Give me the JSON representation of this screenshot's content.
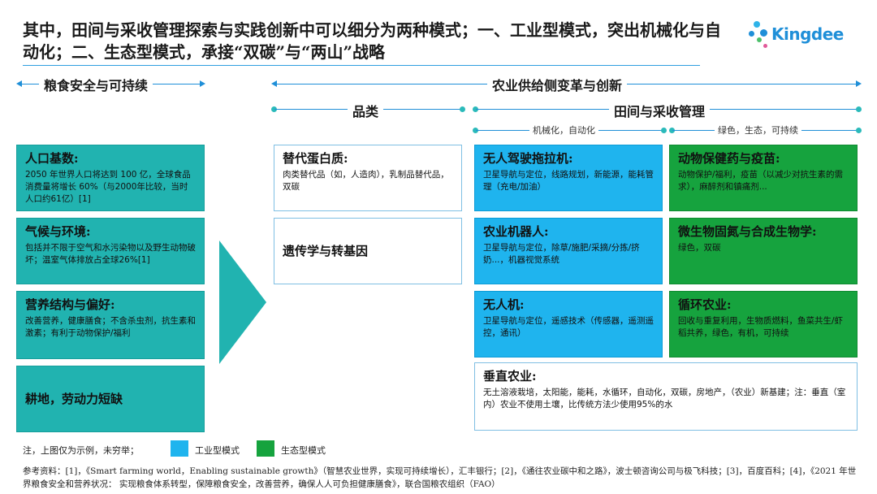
{
  "title": "其中，田间与采收管理探索与实践创新中可以细分为两种模式；一、工业型模式，突出机械化与自动化；二、生态型模式，承接“双碳”与“两山”战略",
  "logo": {
    "text": "Kingdee"
  },
  "colors": {
    "teal": "#21b3b0",
    "blue": "#1fb4ee",
    "green": "#16a33e",
    "accent": "#1f8fd8"
  },
  "headers": {
    "left": "粮食安全与可持续",
    "right": "农业供给侧变革与创新",
    "category": "品类",
    "field": "田间与采收管理",
    "mech": "机械化，自动化",
    "eco": "绿色，生态，可持续"
  },
  "left_boxes": [
    {
      "title": "人口基数:",
      "body": "2050 年世界人口将达到 100 亿，全球食品消费量将增长 60%（与2000年比较，当时人口约61亿）[1]"
    },
    {
      "title": "气候与环境:",
      "body": "包括并不限于空气和水污染物以及野生动物破坏；温室气体排放占全球26%[1]"
    },
    {
      "title": "营养结构与偏好:",
      "body": "改善营养，健康膳食；不含杀虫剂，抗生素和激素；有利于动物保护/福利"
    },
    {
      "title": "耕地，劳动力短缺",
      "body": ""
    }
  ],
  "category_boxes": [
    {
      "title": "替代蛋白质:",
      "body": "肉类替代品（如，人造肉），乳制品替代品，双碳"
    },
    {
      "title": "遗传学与转基因",
      "body": ""
    }
  ],
  "industrial_boxes": [
    {
      "title": "无人驾驶拖拉机:",
      "body": "卫星导航与定位，线路规划，新能源，能耗管理（充电/加油）"
    },
    {
      "title": "农业机器人:",
      "body": "卫星导航与定位，除草/施肥/采摘/分拣/挤奶...，机器视觉系统"
    },
    {
      "title": "无人机:",
      "body": "卫星导航与定位，遥感技术（传感器，遥测遥控，通讯）"
    }
  ],
  "eco_boxes": [
    {
      "title": "动物保健药与疫苗:",
      "body": "动物保护/福利，疫苗（以减少对抗生素的需求），麻醉剂和镇痛剂..."
    },
    {
      "title": "微生物固氮与合成生物学:",
      "body": "绿色，双碳"
    },
    {
      "title": "循环农业:",
      "body": "回收与重复利用，生物质燃料，鱼菜共生/虾稻共养，绿色，有机，可持续"
    }
  ],
  "vertical_box": {
    "title": "垂直农业:",
    "body": "无土溶液栽培，太阳能，能耗，水循环，自动化，双碳，房地产，（农业）新基建；注：垂直（室内）农业不使用土壤，比传统方法少使用95%的水"
  },
  "note": "注，上图仅为示例，未穷举；",
  "legend": {
    "industrial": "工业型模式",
    "eco": "生态型模式"
  },
  "references": "参考资料：[1]，《Smart farming world，Enabling sustainable growth》（智慧农业世界，实现可持续增长），汇丰银行；[2]，《通往农业碳中和之路》，波士顿咨询公司与极飞科技；[3]，百度百科；[4]，《2021 年世界粮食安全和营养状况： 实现粮食体系转型，保障粮食安全，改善营养，确保人人可负担健康膳食》，联合国粮农组织（FAO）"
}
